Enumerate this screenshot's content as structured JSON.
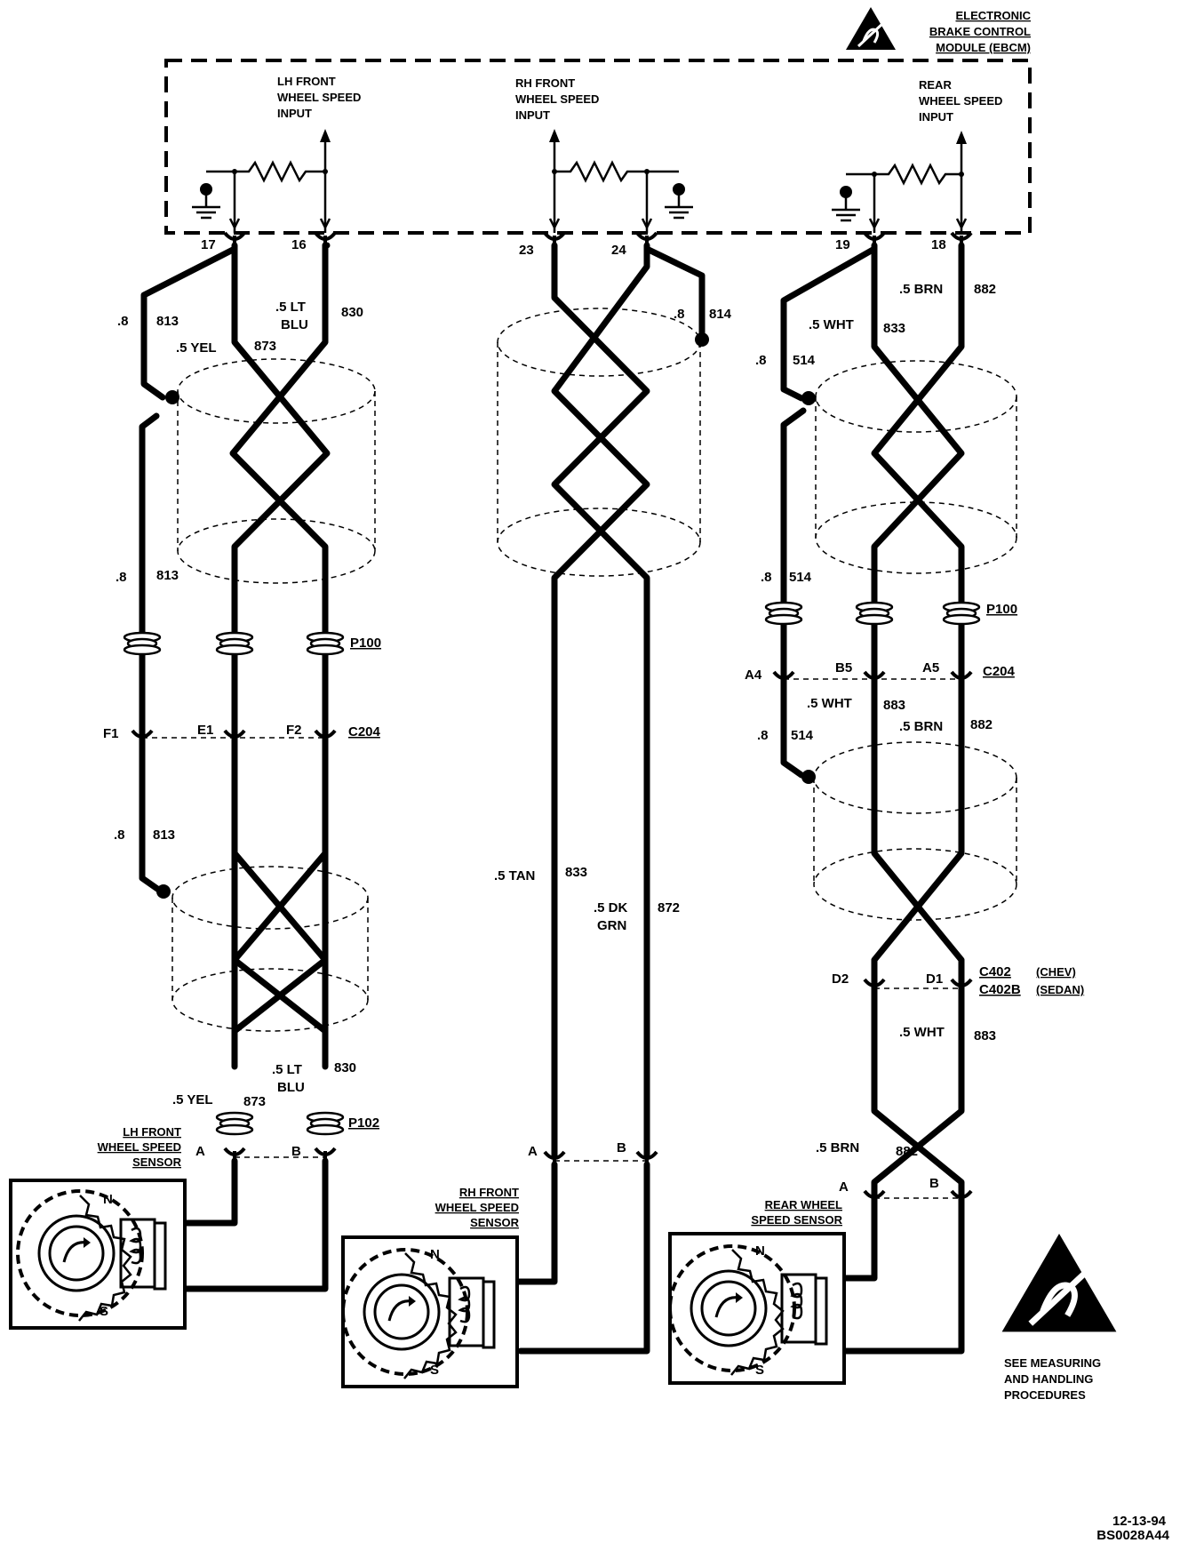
{
  "module": {
    "title_lines": [
      "ELECTRONIC",
      "BRAKE CONTROL",
      "MODULE (EBCM)"
    ]
  },
  "inputs": {
    "lh": [
      "LH FRONT",
      "WHEEL SPEED",
      "INPUT"
    ],
    "rh": [
      "RH FRONT",
      "WHEEL  SPEED",
      "INPUT"
    ],
    "rear": [
      "REAR",
      "WHEEL SPEED",
      "INPUT"
    ]
  },
  "pins": {
    "p17": "17",
    "p16": "16",
    "p23": "23",
    "p24": "24",
    "p19": "19",
    "p18": "18"
  },
  "lh_circuit": {
    "g813_a": ".8",
    "c813_a": "813",
    "g830_a": ".5 LT",
    "g830_a2": "BLU",
    "c830_a": "830",
    "g873_a": ".5 YEL",
    "c873_a": "873",
    "g813_b": ".8",
    "c813_b": "813",
    "p100": "P100",
    "f1": "F1",
    "e1": "E1",
    "f2": "F2",
    "c204": "C204",
    "g813_c": ".8",
    "c813_c": "813",
    "g830_b": ".5 LT",
    "g830_b2": "BLU",
    "c830_b": "830",
    "g873_b": ".5 YEL",
    "c873_b": "873",
    "p102": "P102",
    "pin_a": "A",
    "pin_b": "B",
    "sensor": [
      "LH FRONT",
      "WHEEL SPEED",
      "SENSOR"
    ],
    "n": "N",
    "s": "S"
  },
  "rh_circuit": {
    "g814": ".8",
    "c814": "814",
    "g833": ".5 TAN",
    "c833": "833",
    "g872": ".5 DK",
    "g872b": "GRN",
    "c872": "872",
    "pin_a": "A",
    "pin_b": "B",
    "sensor": [
      "RH  FRONT",
      "WHEEL  SPEED",
      "SENSOR"
    ],
    "n": "N",
    "s": "S"
  },
  "rear_circuit": {
    "g882_a": ".5 BRN",
    "c882_a": "882",
    "g833": ".5 WHT",
    "c833": "833",
    "g514_a": ".8",
    "c514_a": "514",
    "g514_b": ".8",
    "c514_b": "514",
    "p100": "P100",
    "a4": "A4",
    "b5": "B5",
    "a5": "A5",
    "c204": "C204",
    "g883_a": ".5 WHT",
    "c883_a": "883",
    "g882_b": ".5 BRN",
    "c882_b": "882",
    "g514_c": ".8",
    "c514_c": "514",
    "d2": "D2",
    "d1": "D1",
    "c402": "C402",
    "c402b": "C402B",
    "chev": "(CHEV)",
    "sedan": "(SEDAN)",
    "g883_b": ".5 WHT",
    "c883_b": "883",
    "g882_c": ".5 BRN",
    "c882_c": "882",
    "pin_a": "A",
    "pin_b": "B",
    "sensor": [
      "REAR  WHEEL",
      "SPEED  SENSOR"
    ],
    "n": "N",
    "s": "S"
  },
  "esd_note": [
    "SEE MEASURING",
    "AND HANDLING",
    "PROCEDURES"
  ],
  "footer": {
    "date": "12-13-94",
    "code": "BS0028A44"
  }
}
